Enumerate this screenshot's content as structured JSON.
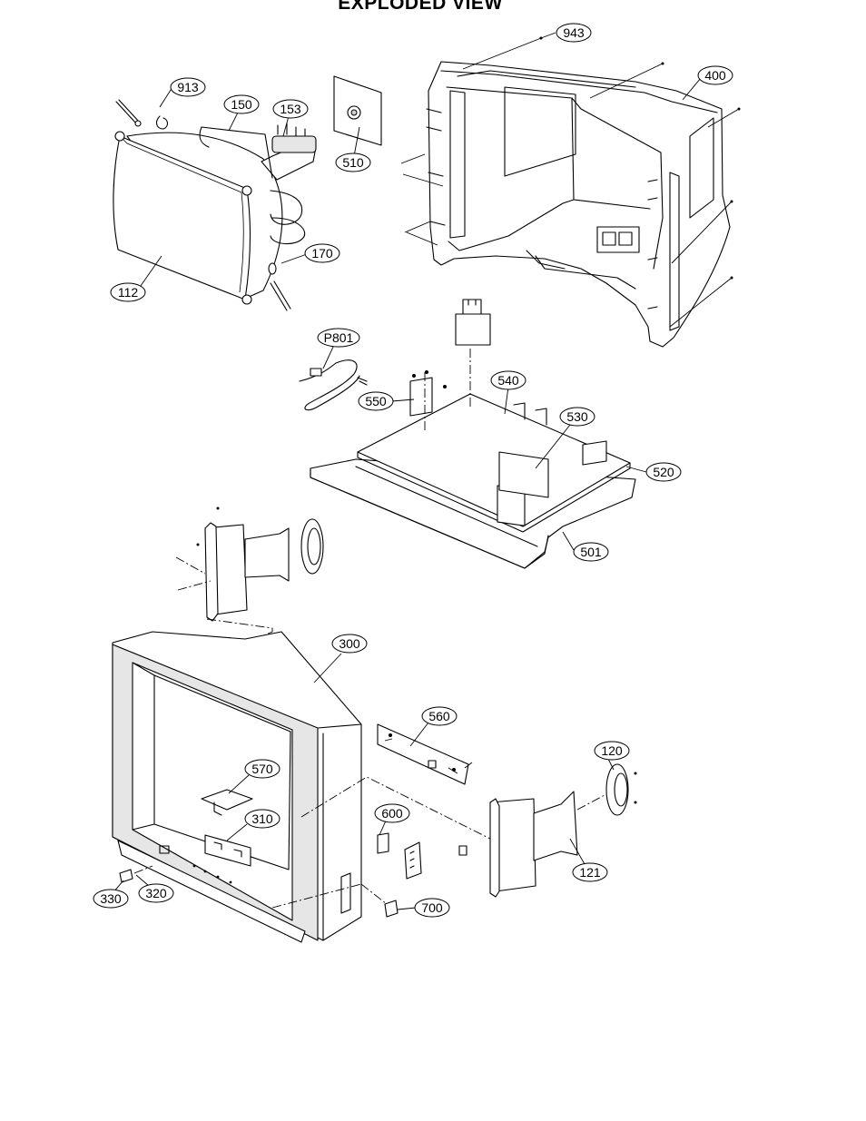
{
  "title": "EXPLODED VIEW",
  "parts": {
    "p943": "943",
    "p913": "913",
    "p150": "150",
    "p153": "153",
    "p510": "510",
    "p400": "400",
    "p170": "170",
    "p112": "112",
    "p801": "P801",
    "p540": "540",
    "p550": "550",
    "p530": "530",
    "p520": "520",
    "p501": "501",
    "p300": "300",
    "p560": "560",
    "p120": "120",
    "p570": "570",
    "p310": "310",
    "p600": "600",
    "p121": "121",
    "p330": "330",
    "p320": "320",
    "p700": "700"
  }
}
